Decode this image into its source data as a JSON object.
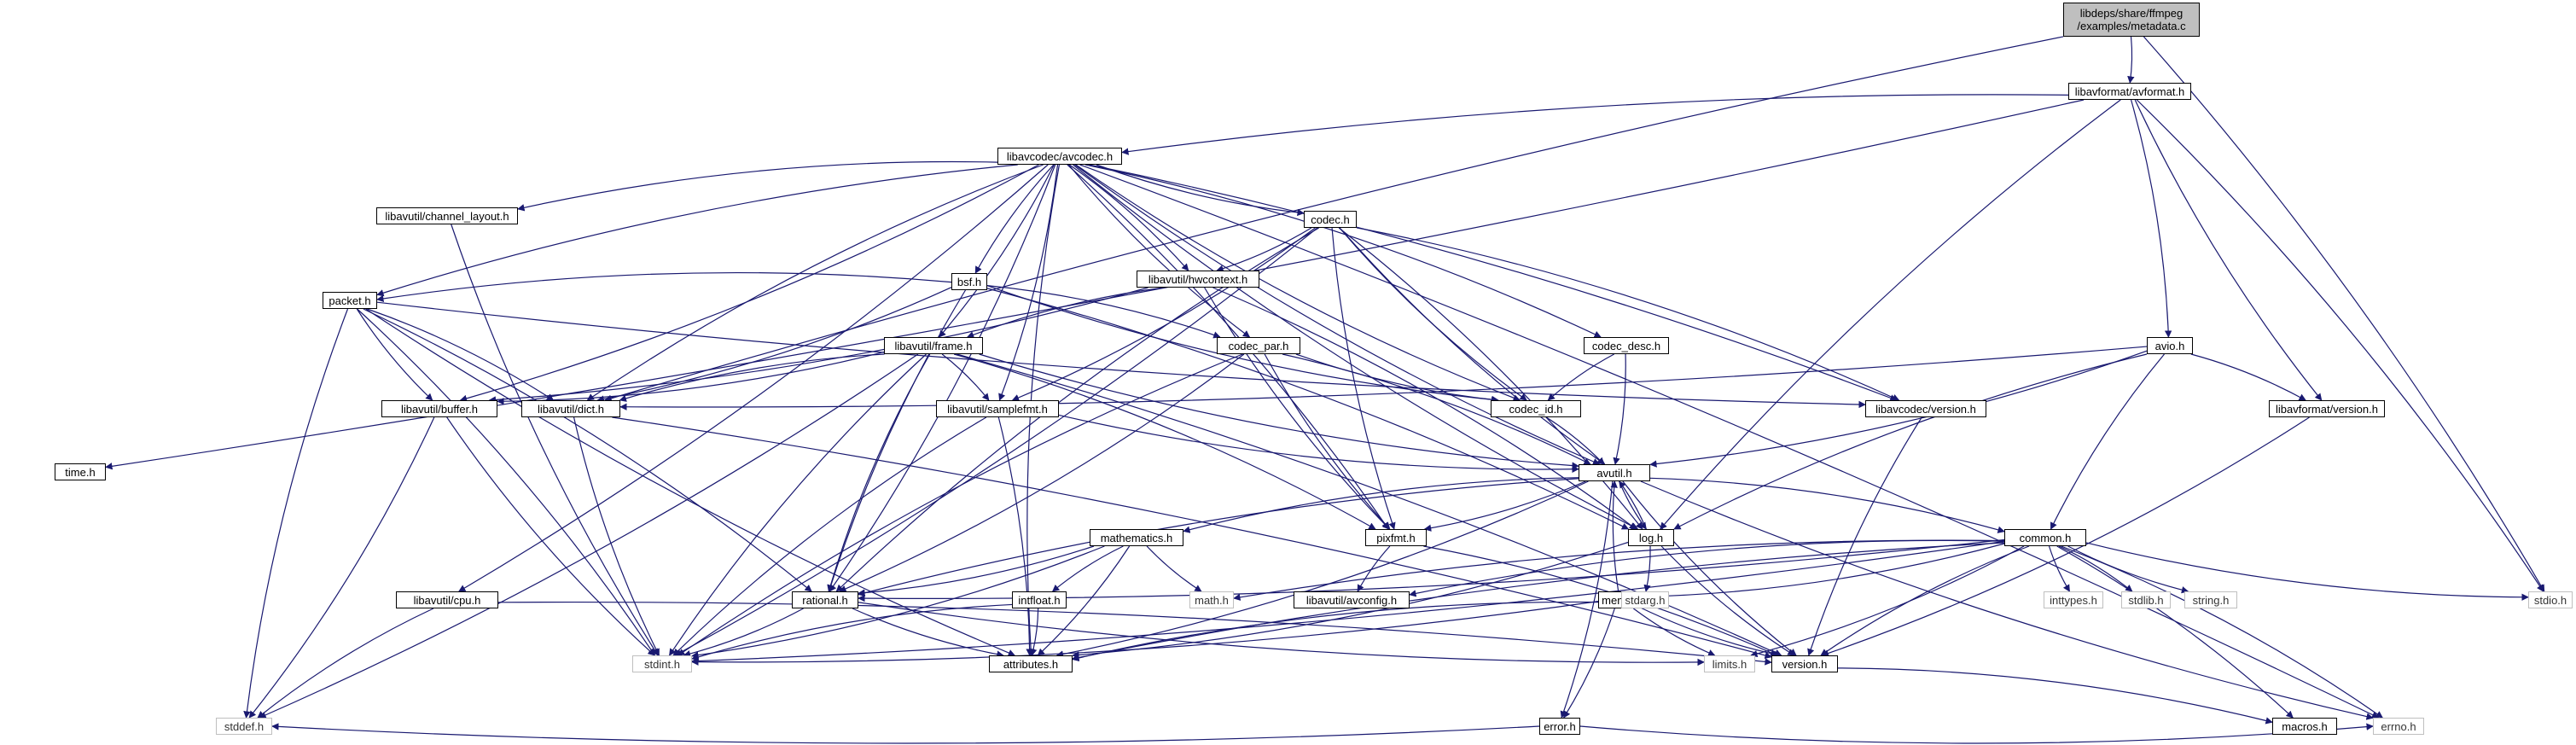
{
  "title_lines": [
    "libdeps/share/ffmpeg",
    "/examples/metadata.c"
  ],
  "nodes": {
    "root": {
      "label": "libdeps/share/ffmpeg\n/examples/metadata.c",
      "kind": "root"
    },
    "avformat": {
      "label": "libavformat/avformat.h",
      "kind": "project"
    },
    "avcodec": {
      "label": "libavcodec/avcodec.h",
      "kind": "project"
    },
    "time": {
      "label": "time.h",
      "kind": "project"
    },
    "channel_layout": {
      "label": "libavutil/channel_layout.h",
      "kind": "project"
    },
    "cpu": {
      "label": "libavutil/cpu.h",
      "kind": "project"
    },
    "codec": {
      "label": "codec.h",
      "kind": "project"
    },
    "hwcontext": {
      "label": "libavutil/hwcontext.h",
      "kind": "project"
    },
    "bsf": {
      "label": "bsf.h",
      "kind": "project"
    },
    "codec_desc": {
      "label": "codec_desc.h",
      "kind": "project"
    },
    "packet": {
      "label": "packet.h",
      "kind": "project"
    },
    "frame": {
      "label": "libavutil/frame.h",
      "kind": "project"
    },
    "codec_par": {
      "label": "codec_par.h",
      "kind": "project"
    },
    "avio": {
      "label": "avio.h",
      "kind": "project"
    },
    "buffer": {
      "label": "libavutil/buffer.h",
      "kind": "project"
    },
    "dict": {
      "label": "libavutil/dict.h",
      "kind": "project"
    },
    "samplefmt": {
      "label": "libavutil/samplefmt.h",
      "kind": "project"
    },
    "codec_id": {
      "label": "codec_id.h",
      "kind": "project"
    },
    "avcodec_version": {
      "label": "libavcodec/version.h",
      "kind": "project"
    },
    "avformat_version": {
      "label": "libavformat/version.h",
      "kind": "project"
    },
    "avutil": {
      "label": "avutil.h",
      "kind": "project"
    },
    "mathematics": {
      "label": "mathematics.h",
      "kind": "project"
    },
    "pixfmt": {
      "label": "pixfmt.h",
      "kind": "project"
    },
    "log": {
      "label": "log.h",
      "kind": "project"
    },
    "common": {
      "label": "common.h",
      "kind": "project"
    },
    "rational": {
      "label": "rational.h",
      "kind": "project"
    },
    "intfloat": {
      "label": "intfloat.h",
      "kind": "project"
    },
    "avconfig": {
      "label": "libavutil/avconfig.h",
      "kind": "project"
    },
    "mem": {
      "label": "mem.h",
      "kind": "project"
    },
    "attributes": {
      "label": "attributes.h",
      "kind": "project"
    },
    "version": {
      "label": "version.h",
      "kind": "project"
    },
    "error": {
      "label": "error.h",
      "kind": "project"
    },
    "macros": {
      "label": "macros.h",
      "kind": "project"
    },
    "stdint": {
      "label": "stdint.h",
      "kind": "system"
    },
    "stddef": {
      "label": "stddef.h",
      "kind": "system"
    },
    "math": {
      "label": "math.h",
      "kind": "system"
    },
    "stdarg": {
      "label": "stdarg.h",
      "kind": "system"
    },
    "inttypes": {
      "label": "inttypes.h",
      "kind": "system"
    },
    "stdlib": {
      "label": "stdlib.h",
      "kind": "system"
    },
    "string": {
      "label": "string.h",
      "kind": "system"
    },
    "stdio": {
      "label": "stdio.h",
      "kind": "system"
    },
    "limits": {
      "label": "limits.h",
      "kind": "system"
    },
    "errno": {
      "label": "errno.h",
      "kind": "system"
    }
  },
  "edges": [
    [
      "root",
      "avformat"
    ],
    [
      "root",
      "dict"
    ],
    [
      "root",
      "stdio"
    ],
    [
      "avformat",
      "avcodec"
    ],
    [
      "avformat",
      "time"
    ],
    [
      "avformat",
      "log"
    ],
    [
      "avformat",
      "avio"
    ],
    [
      "avformat",
      "avformat_version"
    ],
    [
      "avformat",
      "stdio"
    ],
    [
      "avcodec",
      "channel_layout"
    ],
    [
      "avcodec",
      "cpu"
    ],
    [
      "avcodec",
      "codec"
    ],
    [
      "avcodec",
      "hwcontext"
    ],
    [
      "avcodec",
      "bsf"
    ],
    [
      "avcodec",
      "codec_desc"
    ],
    [
      "avcodec",
      "packet"
    ],
    [
      "avcodec",
      "frame"
    ],
    [
      "avcodec",
      "codec_par"
    ],
    [
      "avcodec",
      "buffer"
    ],
    [
      "avcodec",
      "dict"
    ],
    [
      "avcodec",
      "samplefmt"
    ],
    [
      "avcodec",
      "codec_id"
    ],
    [
      "avcodec",
      "avcodec_version"
    ],
    [
      "avcodec",
      "avutil"
    ],
    [
      "avcodec",
      "pixfmt"
    ],
    [
      "avcodec",
      "log"
    ],
    [
      "avcodec",
      "rational"
    ],
    [
      "avcodec",
      "attributes"
    ],
    [
      "avcodec",
      "errno"
    ],
    [
      "channel_layout",
      "stdint"
    ],
    [
      "cpu",
      "version"
    ],
    [
      "cpu",
      "stddef"
    ],
    [
      "codec",
      "hwcontext"
    ],
    [
      "codec",
      "codec_id"
    ],
    [
      "codec",
      "avcodec_version"
    ],
    [
      "codec",
      "avutil"
    ],
    [
      "codec",
      "samplefmt"
    ],
    [
      "codec",
      "pixfmt"
    ],
    [
      "codec",
      "log"
    ],
    [
      "codec",
      "rational"
    ],
    [
      "codec",
      "stdint"
    ],
    [
      "hwcontext",
      "frame"
    ],
    [
      "hwcontext",
      "buffer"
    ],
    [
      "hwcontext",
      "pixfmt"
    ],
    [
      "hwcontext",
      "log"
    ],
    [
      "bsf",
      "packet"
    ],
    [
      "bsf",
      "codec_par"
    ],
    [
      "bsf",
      "codec_id"
    ],
    [
      "bsf",
      "dict"
    ],
    [
      "bsf",
      "rational"
    ],
    [
      "bsf",
      "log"
    ],
    [
      "codec_desc",
      "codec_id"
    ],
    [
      "codec_desc",
      "avutil"
    ],
    [
      "packet",
      "buffer"
    ],
    [
      "packet",
      "dict"
    ],
    [
      "packet",
      "avcodec_version"
    ],
    [
      "packet",
      "rational"
    ],
    [
      "packet",
      "attributes"
    ],
    [
      "packet",
      "stdint"
    ],
    [
      "packet",
      "stddef"
    ],
    [
      "frame",
      "buffer"
    ],
    [
      "frame",
      "dict"
    ],
    [
      "frame",
      "samplefmt"
    ],
    [
      "frame",
      "avutil"
    ],
    [
      "frame",
      "pixfmt"
    ],
    [
      "frame",
      "rational"
    ],
    [
      "frame",
      "version"
    ],
    [
      "frame",
      "stdint"
    ],
    [
      "frame",
      "stddef"
    ],
    [
      "codec_par",
      "codec_id"
    ],
    [
      "codec_par",
      "avutil"
    ],
    [
      "codec_par",
      "pixfmt"
    ],
    [
      "codec_par",
      "rational"
    ],
    [
      "codec_par",
      "stdint"
    ],
    [
      "avio",
      "dict"
    ],
    [
      "avio",
      "log"
    ],
    [
      "avio",
      "avutil"
    ],
    [
      "avio",
      "common"
    ],
    [
      "avio",
      "avformat_version"
    ],
    [
      "buffer",
      "stdint"
    ],
    [
      "buffer",
      "stddef"
    ],
    [
      "dict",
      "stdint"
    ],
    [
      "dict",
      "version"
    ],
    [
      "samplefmt",
      "avutil"
    ],
    [
      "samplefmt",
      "attributes"
    ],
    [
      "samplefmt",
      "stdint"
    ],
    [
      "codec_id",
      "avutil"
    ],
    [
      "avcodec_version",
      "version"
    ],
    [
      "avformat_version",
      "version"
    ],
    [
      "avutil",
      "mathematics"
    ],
    [
      "avutil",
      "pixfmt"
    ],
    [
      "avutil",
      "log"
    ],
    [
      "avutil",
      "common"
    ],
    [
      "avutil",
      "rational"
    ],
    [
      "avutil",
      "error"
    ],
    [
      "avutil",
      "version"
    ],
    [
      "avutil",
      "attributes"
    ],
    [
      "avutil",
      "errno"
    ],
    [
      "mathematics",
      "rational"
    ],
    [
      "mathematics",
      "intfloat"
    ],
    [
      "mathematics",
      "attributes"
    ],
    [
      "mathematics",
      "math"
    ],
    [
      "mathematics",
      "stdint"
    ],
    [
      "pixfmt",
      "avconfig"
    ],
    [
      "pixfmt",
      "version"
    ],
    [
      "log",
      "avutil"
    ],
    [
      "log",
      "attributes"
    ],
    [
      "log",
      "version"
    ],
    [
      "log",
      "stdarg"
    ],
    [
      "common",
      "attributes"
    ],
    [
      "common",
      "mem"
    ],
    [
      "common",
      "version"
    ],
    [
      "common",
      "macros"
    ],
    [
      "common",
      "avconfig"
    ],
    [
      "common",
      "errno"
    ],
    [
      "common",
      "inttypes"
    ],
    [
      "common",
      "limits"
    ],
    [
      "common",
      "math"
    ],
    [
      "common",
      "stdint"
    ],
    [
      "common",
      "stdio"
    ],
    [
      "common",
      "stdlib"
    ],
    [
      "common",
      "string"
    ],
    [
      "common",
      "rational"
    ],
    [
      "rational",
      "attributes"
    ],
    [
      "rational",
      "stdint"
    ],
    [
      "rational",
      "limits"
    ],
    [
      "intfloat",
      "attributes"
    ],
    [
      "intfloat",
      "stdint"
    ],
    [
      "mem",
      "avutil"
    ],
    [
      "mem",
      "attributes"
    ],
    [
      "mem",
      "error"
    ],
    [
      "mem",
      "limits"
    ],
    [
      "mem",
      "stdint"
    ],
    [
      "mem",
      "version"
    ],
    [
      "version",
      "macros"
    ],
    [
      "error",
      "errno"
    ],
    [
      "error",
      "stddef"
    ]
  ],
  "colors": {
    "edge": "#191970",
    "node_border": "#000000",
    "system_border": "#bfbfbf",
    "root_fill": "#bfbfbf"
  }
}
